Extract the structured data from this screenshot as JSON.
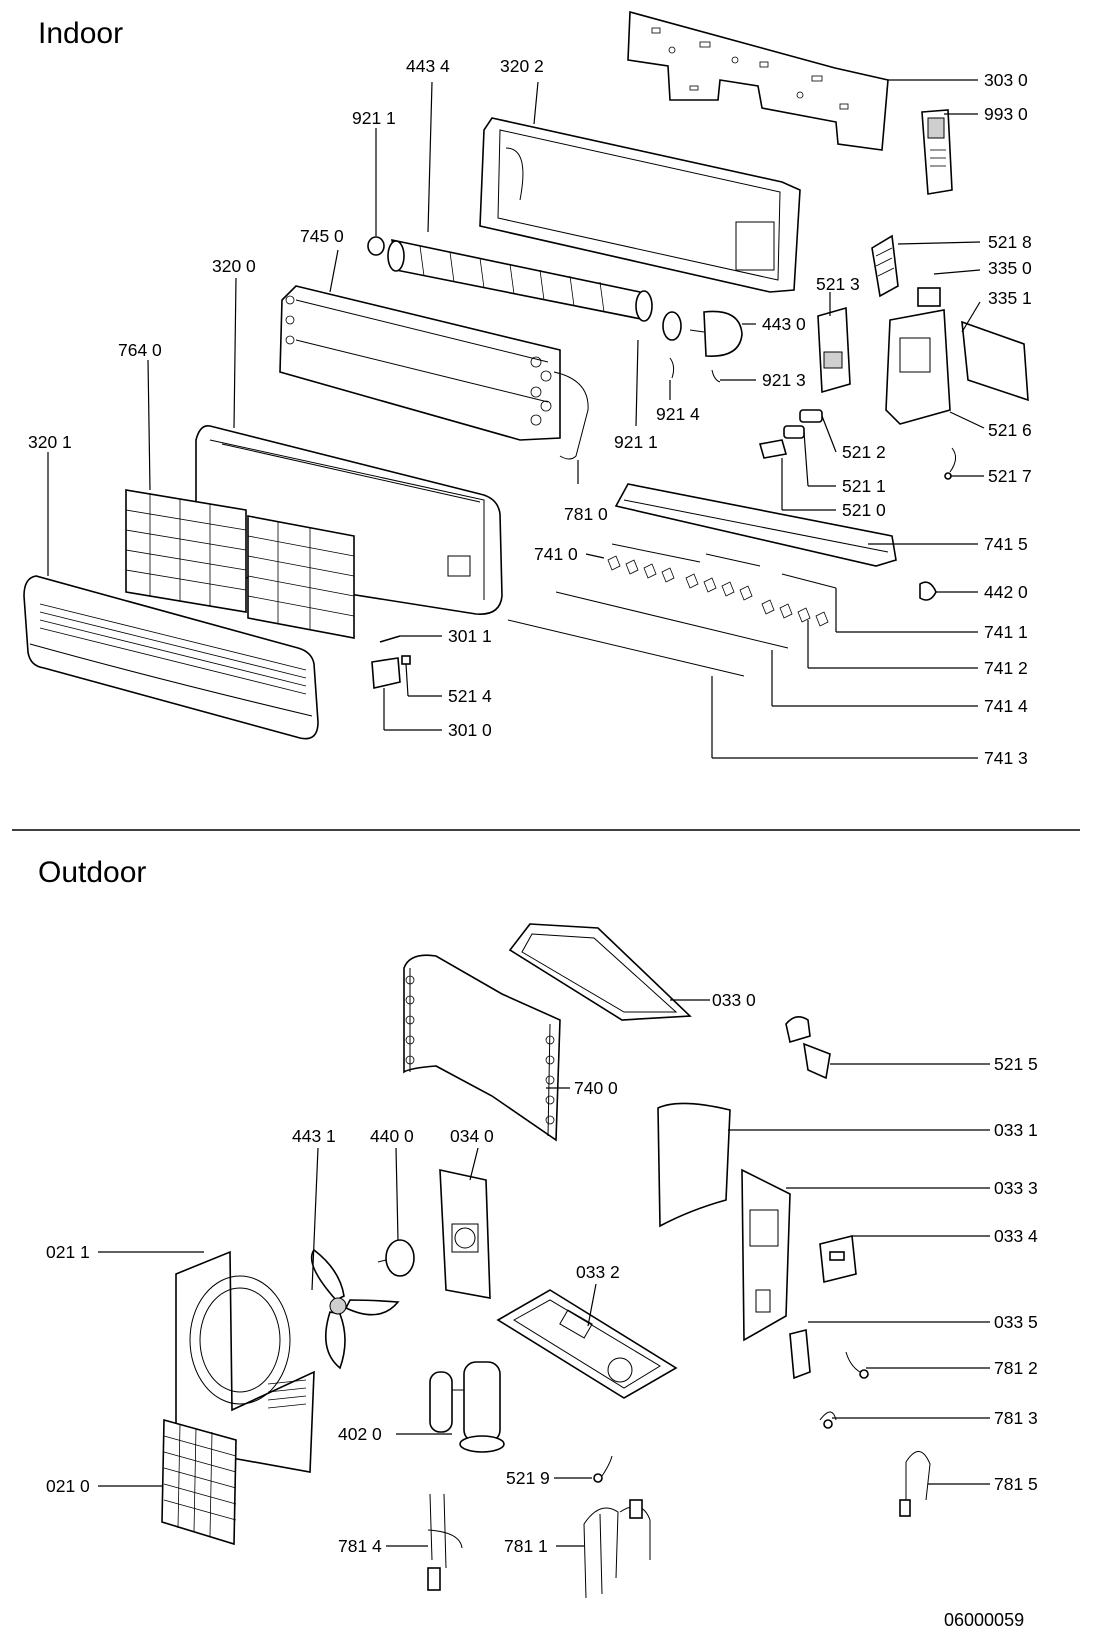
{
  "indoor": {
    "title": "Indoor",
    "labels": [
      {
        "key": "p3030",
        "text": "303 0"
      },
      {
        "key": "p9930",
        "text": "993 0"
      },
      {
        "key": "p4434",
        "text": "443 4"
      },
      {
        "key": "p3202",
        "text": "320 2"
      },
      {
        "key": "p9211a",
        "text": "921 1"
      },
      {
        "key": "p7450",
        "text": "745 0"
      },
      {
        "key": "p3200",
        "text": "320 0"
      },
      {
        "key": "p5218",
        "text": "521 8"
      },
      {
        "key": "p3350",
        "text": "335 0"
      },
      {
        "key": "p3351",
        "text": "335 1"
      },
      {
        "key": "p5213",
        "text": "521 3"
      },
      {
        "key": "p4430",
        "text": "443 0"
      },
      {
        "key": "p7640",
        "text": "764 0"
      },
      {
        "key": "p9213",
        "text": "921 3"
      },
      {
        "key": "p9214",
        "text": "921 4"
      },
      {
        "key": "p5216",
        "text": "521 6"
      },
      {
        "key": "p3201",
        "text": "320 1"
      },
      {
        "key": "p9211b",
        "text": "921 1"
      },
      {
        "key": "p5212",
        "text": "521 2"
      },
      {
        "key": "p5217",
        "text": "521 7"
      },
      {
        "key": "p5211",
        "text": "521 1"
      },
      {
        "key": "p7810",
        "text": "781 0"
      },
      {
        "key": "p5210",
        "text": "521 0"
      },
      {
        "key": "p7415",
        "text": "741 5"
      },
      {
        "key": "p7410",
        "text": "741 0"
      },
      {
        "key": "p4420",
        "text": "442 0"
      },
      {
        "key": "p7411",
        "text": "741 1"
      },
      {
        "key": "p3011",
        "text": "301 1"
      },
      {
        "key": "p7412",
        "text": "741 2"
      },
      {
        "key": "p5214",
        "text": "521 4"
      },
      {
        "key": "p7414",
        "text": "741 4"
      },
      {
        "key": "p3010",
        "text": "301 0"
      },
      {
        "key": "p7413",
        "text": "741 3"
      }
    ]
  },
  "outdoor": {
    "title": "Outdoor",
    "labels": [
      {
        "key": "p0330",
        "text": "033 0"
      },
      {
        "key": "p5215",
        "text": "521 5"
      },
      {
        "key": "p7400",
        "text": "740 0"
      },
      {
        "key": "p0331",
        "text": "033 1"
      },
      {
        "key": "p4431",
        "text": "443 1"
      },
      {
        "key": "p4400",
        "text": "440 0"
      },
      {
        "key": "p0340",
        "text": "034 0"
      },
      {
        "key": "p0333",
        "text": "033 3"
      },
      {
        "key": "p0334",
        "text": "033 4"
      },
      {
        "key": "p0211",
        "text": "021 1"
      },
      {
        "key": "p0332",
        "text": "033 2"
      },
      {
        "key": "p0335",
        "text": "033 5"
      },
      {
        "key": "p7812",
        "text": "781 2"
      },
      {
        "key": "p7813",
        "text": "781 3"
      },
      {
        "key": "p4020",
        "text": "402 0"
      },
      {
        "key": "p5219",
        "text": "521 9"
      },
      {
        "key": "p7815",
        "text": "781 5"
      },
      {
        "key": "p0210",
        "text": "021 0"
      },
      {
        "key": "p7814",
        "text": "781 4"
      },
      {
        "key": "p7811",
        "text": "781 1"
      }
    ]
  },
  "drawing_code": "06000059"
}
